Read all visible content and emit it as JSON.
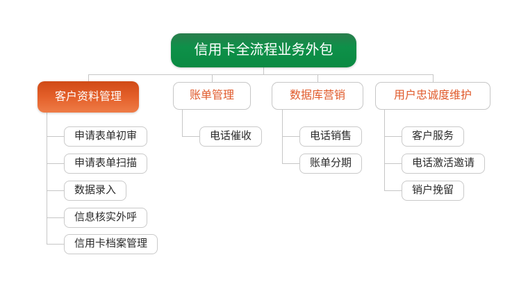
{
  "root": {
    "label": "信用卡全流程业务外包"
  },
  "branches": [
    {
      "label": "客户资料管理",
      "style": "filled-orange",
      "children": [
        "申请表单初审",
        "申请表单扫描",
        "数据录入",
        "信息核实外呼",
        "信用卡档案管理"
      ]
    },
    {
      "label": "账单管理",
      "style": "outlined",
      "children": [
        "电话催收"
      ]
    },
    {
      "label": "数据库营销",
      "style": "outlined",
      "children": [
        "电话销售",
        "账单分期"
      ]
    },
    {
      "label": "用户忠诚度维护",
      "style": "outlined",
      "children": [
        "客户服务",
        "电话激活邀请",
        "销户挽留"
      ]
    }
  ],
  "colors": {
    "root_green": "#0e9049",
    "branch_orange": "#e4602a",
    "branch_text_orange": "#e05a2b",
    "leaf_text": "#2a2a2a",
    "connector_gray": "#c6c6c6",
    "background": "#ffffff"
  }
}
